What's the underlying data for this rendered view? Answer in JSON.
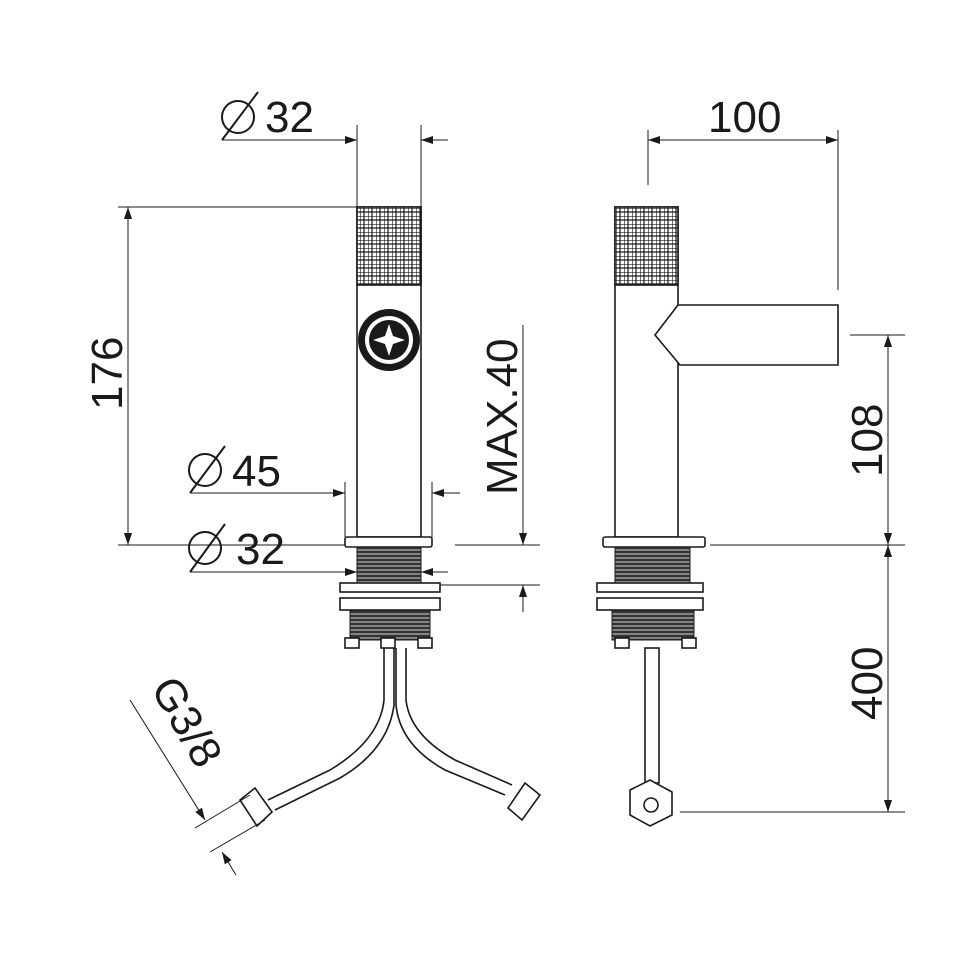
{
  "title": "Faucet dimension drawing",
  "dimensions": {
    "top_diameter": "32",
    "spout_reach": "100",
    "body_height": "176",
    "max_deck_thickness": "MAX.40",
    "base_diameter": "45",
    "shank_diameter": "32",
    "spout_height": "108",
    "hose_length": "400",
    "thread_size": "G3/8"
  },
  "colors": {
    "line": "#1a1a1a",
    "background": "#ffffff"
  }
}
